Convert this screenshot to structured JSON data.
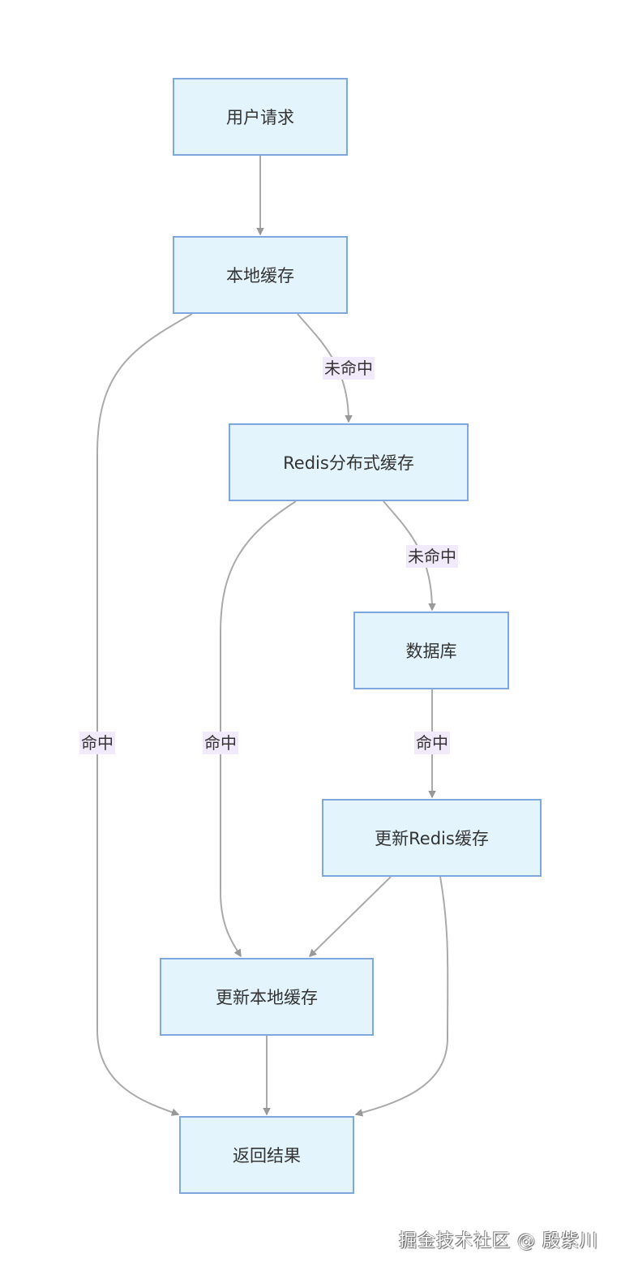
{
  "diagram": {
    "type": "flowchart",
    "direction": "top-down",
    "colors": {
      "node_fill": "#e3f4fc",
      "node_border": "#7ea7dd",
      "edge": "#aaaaaa",
      "arrow": "#999999",
      "label_bg": "#f1eafb",
      "text": "#333333"
    },
    "nodes": [
      {
        "id": "request",
        "label": "用户请求"
      },
      {
        "id": "local",
        "label": "本地缓存"
      },
      {
        "id": "redis",
        "label": "Redis分布式缓存"
      },
      {
        "id": "db",
        "label": "数据库"
      },
      {
        "id": "update_redis",
        "label": "更新Redis缓存"
      },
      {
        "id": "update_local",
        "label": "更新本地缓存"
      },
      {
        "id": "result",
        "label": "返回结果"
      }
    ],
    "edges": [
      {
        "from": "request",
        "to": "local",
        "label": ""
      },
      {
        "from": "local",
        "to": "redis",
        "label": "未命中"
      },
      {
        "from": "local",
        "to": "result",
        "label": "命中"
      },
      {
        "from": "redis",
        "to": "db",
        "label": "未命中"
      },
      {
        "from": "redis",
        "to": "update_local",
        "label": "命中"
      },
      {
        "from": "db",
        "to": "update_redis",
        "label": "命中"
      },
      {
        "from": "update_redis",
        "to": "update_local",
        "label": ""
      },
      {
        "from": "update_redis",
        "to": "result",
        "label": ""
      },
      {
        "from": "update_local",
        "to": "result",
        "label": ""
      }
    ]
  },
  "watermark": "掘金技术社区 @ 殷紫川"
}
